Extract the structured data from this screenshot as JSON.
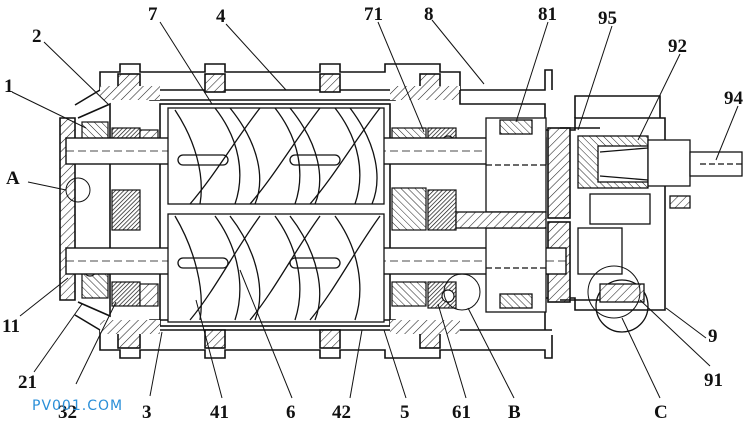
{
  "figure": {
    "watermark": "PV001.COM",
    "labels": [
      {
        "id": "p1",
        "text": "1"
      },
      {
        "id": "p2",
        "text": "2"
      },
      {
        "id": "p7",
        "text": "7"
      },
      {
        "id": "p4",
        "text": "4"
      },
      {
        "id": "p71",
        "text": "71"
      },
      {
        "id": "p8",
        "text": "8"
      },
      {
        "id": "p81",
        "text": "81"
      },
      {
        "id": "p95",
        "text": "95"
      },
      {
        "id": "p92",
        "text": "92"
      },
      {
        "id": "p94",
        "text": "94"
      },
      {
        "id": "pA",
        "text": "A"
      },
      {
        "id": "p11",
        "text": "11"
      },
      {
        "id": "p21",
        "text": "21"
      },
      {
        "id": "p32",
        "text": "32"
      },
      {
        "id": "p3",
        "text": "3"
      },
      {
        "id": "p41",
        "text": "41"
      },
      {
        "id": "p6",
        "text": "6"
      },
      {
        "id": "p42",
        "text": "42"
      },
      {
        "id": "p5",
        "text": "5"
      },
      {
        "id": "p61",
        "text": "61"
      },
      {
        "id": "pB",
        "text": "B"
      },
      {
        "id": "pC",
        "text": "C"
      },
      {
        "id": "p9",
        "text": "9"
      },
      {
        "id": "p91",
        "text": "91"
      }
    ]
  }
}
